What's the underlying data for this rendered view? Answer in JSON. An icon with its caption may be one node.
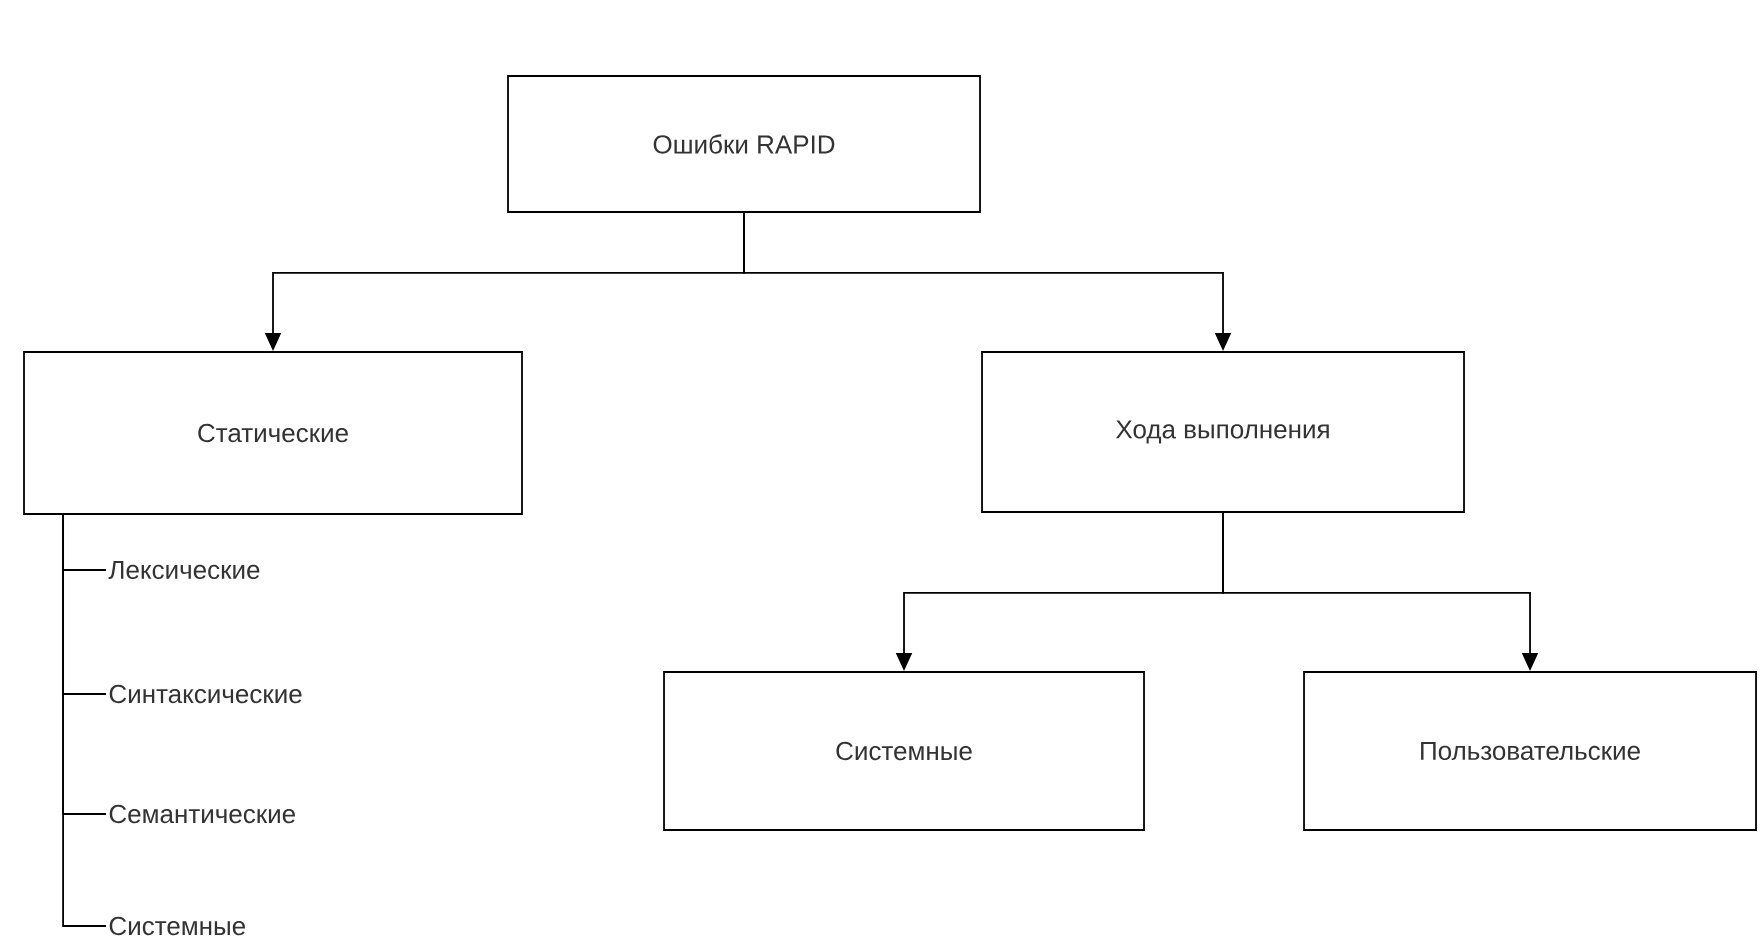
{
  "diagram": {
    "nodes": [
      {
        "text": [
          "Ошибки RAPID"
        ]
      },
      {
        "text": [
          "Статические"
        ]
      },
      {
        "text": [
          "Хода выполнения"
        ]
      },
      {
        "text": [
          "Системные"
        ]
      },
      {
        "text": [
          "Пользовательские"
        ]
      },
      {
        "text": [
          "Лексические"
        ]
      },
      {
        "text": [
          "Синтаксические"
        ]
      },
      {
        "text": [
          "Семантические"
        ]
      },
      {
        "text": [
          "Системные"
        ]
      }
    ],
    "edges": [
      {
        "from": 0,
        "to": 1,
        "arrow": "to"
      },
      {
        "from": 0,
        "to": 2,
        "arrow": "to"
      },
      {
        "from": 2,
        "to": 3,
        "arrow": "to"
      },
      {
        "from": 2,
        "to": 4,
        "arrow": "to"
      },
      {
        "from": 1,
        "to": 5,
        "arrow": "none"
      },
      {
        "from": 1,
        "to": 6,
        "arrow": "none"
      },
      {
        "from": 1,
        "to": 7,
        "arrow": "none"
      },
      {
        "from": 1,
        "to": 8,
        "arrow": "none"
      }
    ]
  }
}
